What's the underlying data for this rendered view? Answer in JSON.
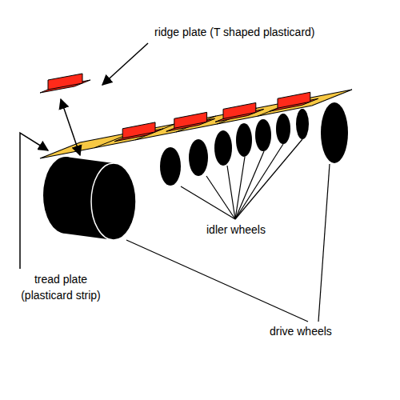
{
  "diagram": {
    "labels": [
      "ridge plate (T shaped plasticard)",
      "tread plate (plasticard strip)",
      "idler wheels",
      "drive wheels"
    ]
  }
}
